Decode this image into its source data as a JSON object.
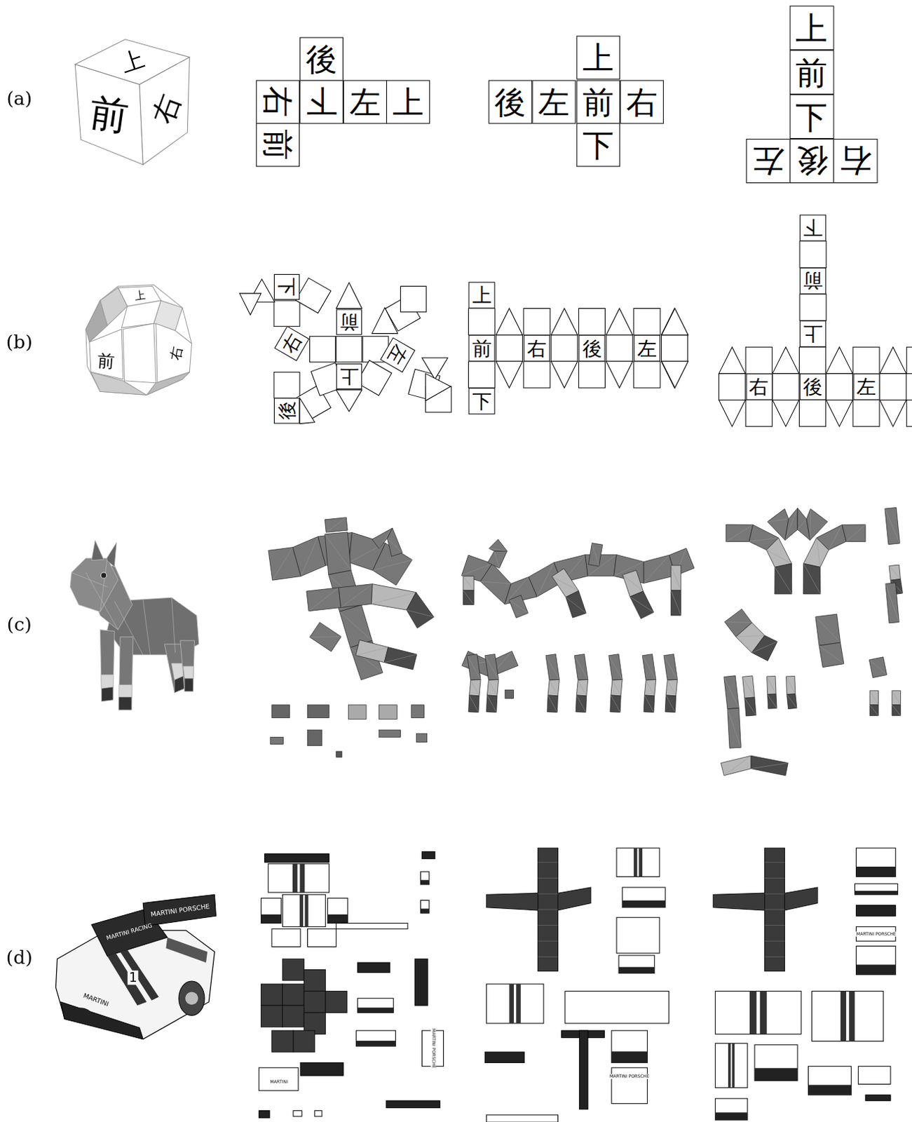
{
  "diagram": {
    "nodes": [
      {
        "text": [
          "後"
        ]
      },
      {
        "text": [
          "右"
        ]
      },
      {
        "text": [
          "下"
        ]
      },
      {
        "text": [
          "左"
        ]
      },
      {
        "text": [
          "上"
        ]
      },
      {
        "text": [
          "前"
        ]
      },
      {
        "text": [
          "上"
        ]
      },
      {
        "text": [
          "後"
        ]
      },
      {
        "text": [
          "左"
        ]
      },
      {
        "text": [
          "前"
        ]
      },
      {
        "text": [
          "右"
        ]
      },
      {
        "text": [
          "下"
        ]
      },
      {
        "text": [
          "上"
        ]
      },
      {
        "text": [
          "前"
        ]
      },
      {
        "text": [
          "下"
        ]
      },
      {
        "text": [
          "左"
        ]
      },
      {
        "text": [
          "後"
        ]
      },
      {
        "text": [
          "右"
        ]
      },
      {
        "text": [
          "下"
        ]
      },
      {
        "text": [
          "右"
        ]
      },
      {
        "text": [
          "前"
        ]
      },
      {
        "text": [
          "左"
        ]
      },
      {
        "text": [
          "上"
        ]
      },
      {
        "text": [
          "後"
        ]
      },
      {
        "text": [
          "上"
        ]
      },
      {
        "text": [
          "前"
        ]
      },
      {
        "text": [
          "右"
        ]
      },
      {
        "text": [
          "後"
        ]
      },
      {
        "text": [
          "左"
        ]
      },
      {
        "text": [
          "下"
        ]
      },
      {
        "text": [
          "下"
        ]
      },
      {
        "text": [
          "前"
        ]
      },
      {
        "text": [
          "上"
        ]
      },
      {
        "text": [
          "右"
        ]
      },
      {
        "text": [
          "後"
        ]
      },
      {
        "text": [
          "左"
        ]
      }
    ],
    "labels": [
      "(a)",
      "(b)",
      "(c)",
      "(d)",
      "上",
      "前",
      "右",
      "上",
      "前",
      "右",
      "MARTINI PORSCHE",
      "MARTINI RACING",
      "MARTINI",
      "1",
      "MARTINI PORSCHE",
      "MARTINI",
      "MARTINI PORSCHE",
      "MARTINI PORSCHE"
    ]
  }
}
